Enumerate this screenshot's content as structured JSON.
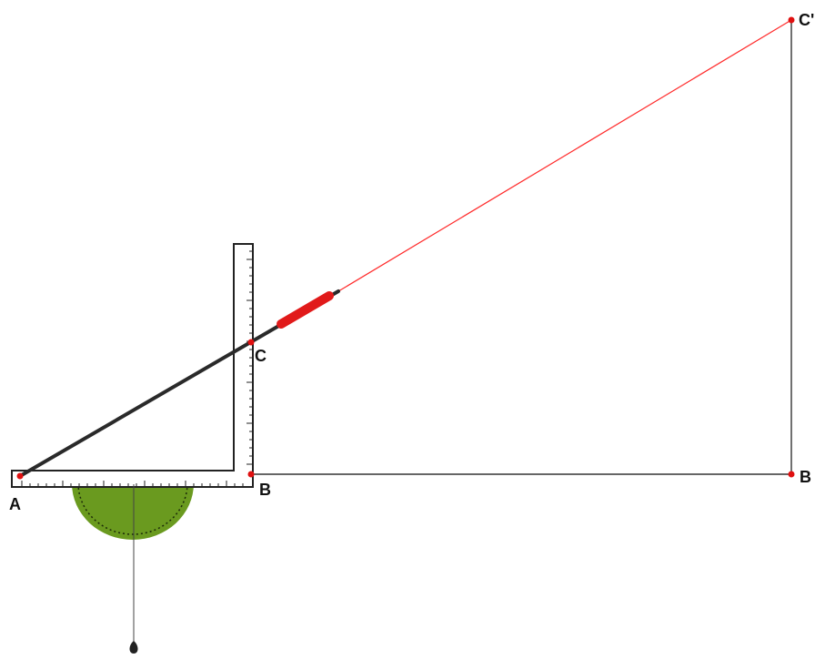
{
  "diagram": {
    "points": {
      "A": {
        "label": "A"
      },
      "B": {
        "label": "B"
      },
      "C": {
        "label": "C"
      },
      "B_far": {
        "label": "B"
      },
      "C_far": {
        "label": "C'"
      }
    }
  },
  "colors": {
    "ruler_fill": "#ffffff",
    "ruler_stroke": "#222222",
    "protractor": "#6a9a1f",
    "sight_rod": "#2a2a2a",
    "laser": "#ff2a2a",
    "pen": "#e11a1a",
    "point": "#e01010",
    "baseline": "#333333",
    "plumb": "#444444"
  }
}
